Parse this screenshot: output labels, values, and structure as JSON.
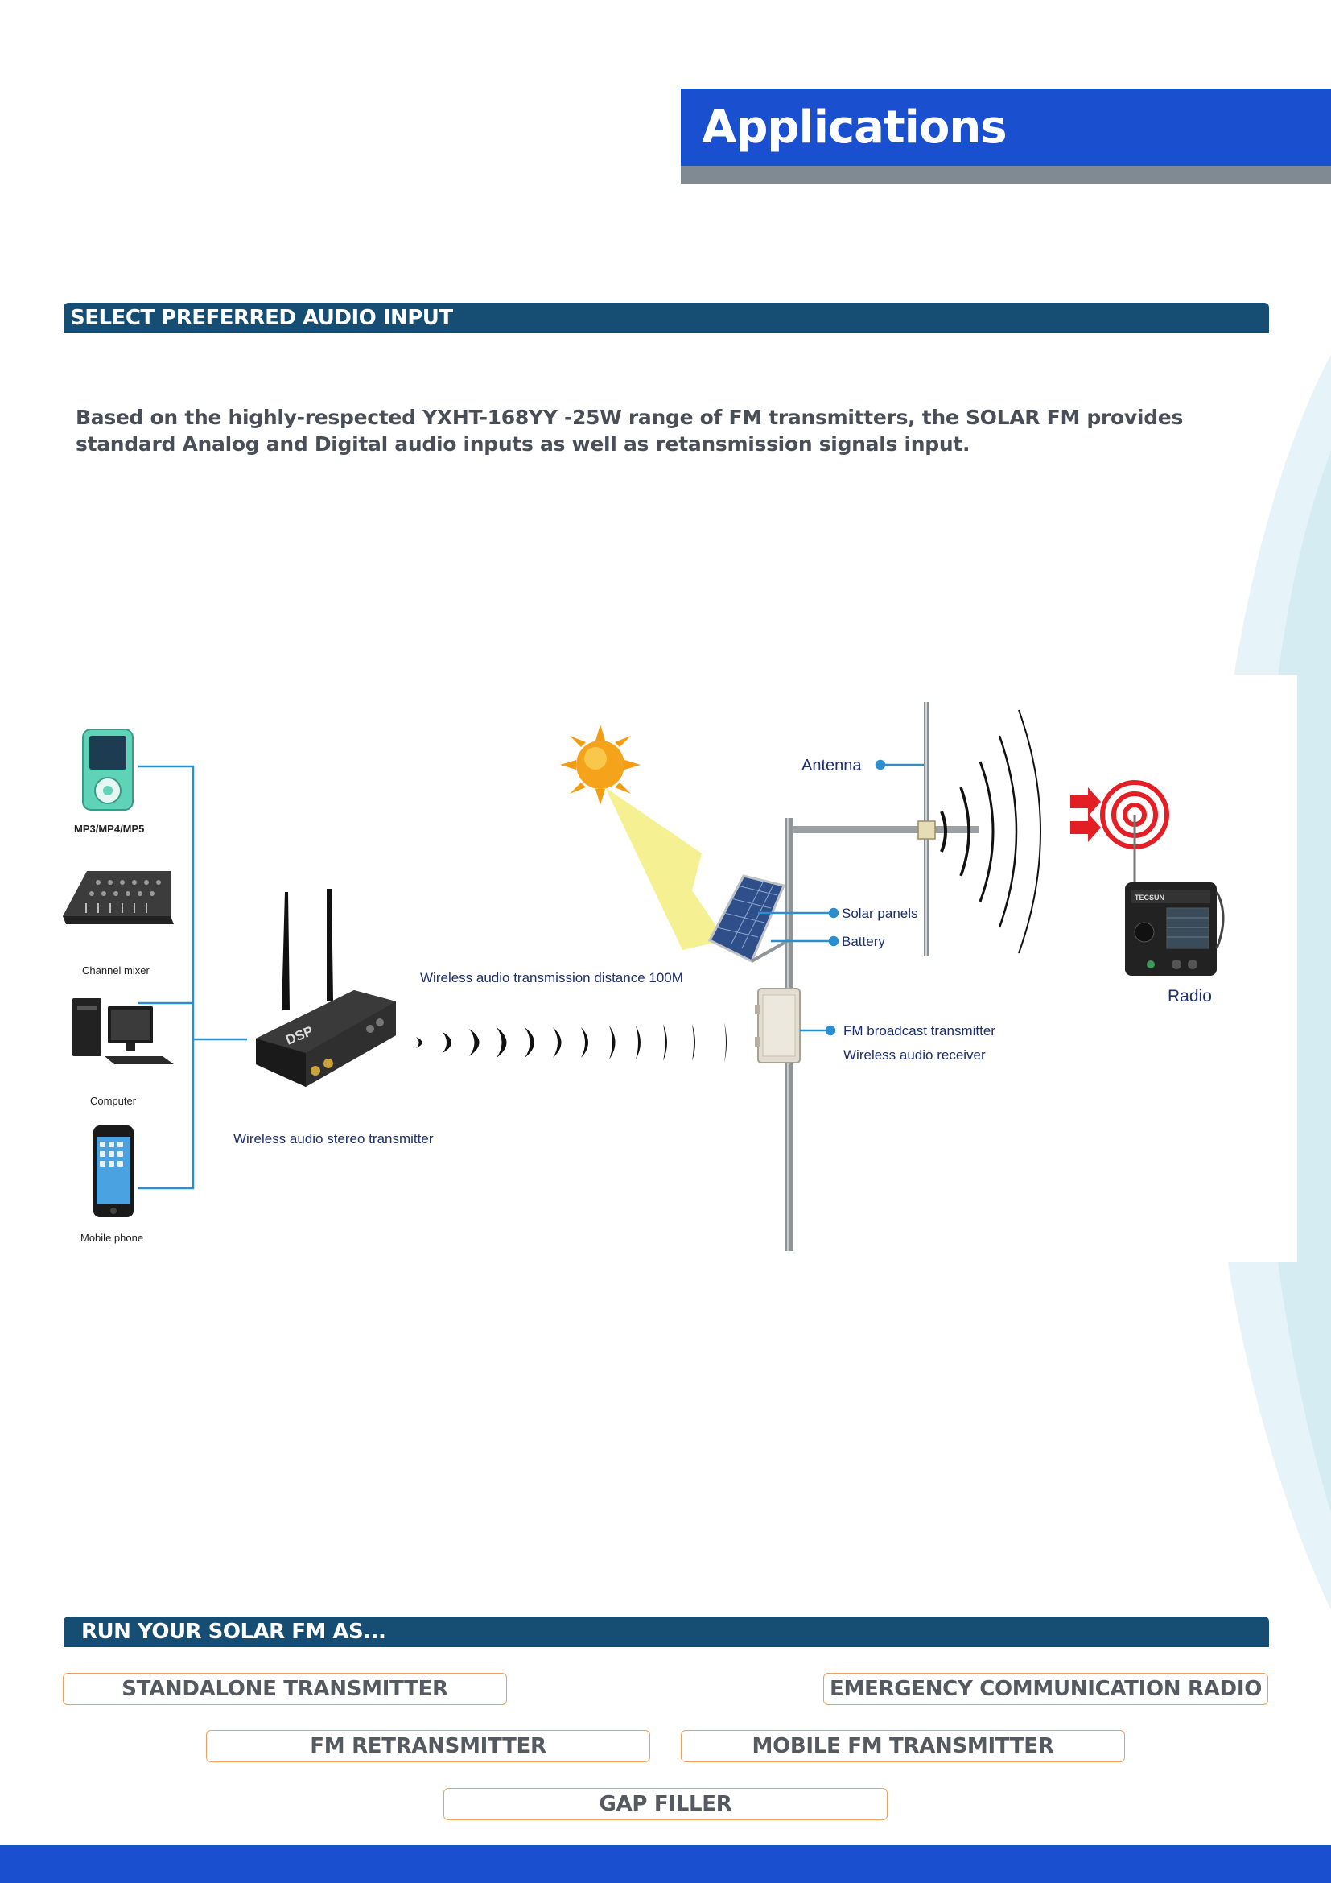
{
  "header": {
    "title": "Applications"
  },
  "section_audio": {
    "heading": "SELECT PREFERRED AUDIO  INPUT",
    "intro": "Based on the highly-respected YXHT-168YY -25W range of FM transmitters, the SOLAR FM provides standard Analog and Digital audio inputs as well as retansmission signals input."
  },
  "diagram": {
    "sources": [
      "MP3/MP4/MP5",
      "Channel mixer",
      "Computer",
      "Mobile phone"
    ],
    "stereo_transmitter_label": "Wireless audio stereo transmitter",
    "distance_label": "Wireless audio transmission distance 100M",
    "antenna_label": "Antenna",
    "solar_label": "Solar panels",
    "battery_label": "Battery",
    "fm_transmitter_label": "FM broadcast transmitter",
    "receiver_label": "Wireless audio receiver",
    "radio_label": "Radio",
    "device_badge": "DSP",
    "radio_brand": "TECSUN"
  },
  "section_run": {
    "heading": "RUN YOUR SOLAR FM AS...",
    "options": [
      "STANDALONE TRANSMITTER",
      "EMERGENCY COMMUNICATION RADIO",
      "FM RETRANSMITTER",
      "MOBILE FM TRANSMITTER",
      "GAP FILLER"
    ]
  },
  "colors": {
    "title_band": "#1a4fd0",
    "title_shadow": "#7f8a93",
    "section_bar": "#164d73",
    "pill_border": "#f0a05a",
    "connector": "#2a8fd0",
    "label_navy": "#1c2f6e",
    "background_arc": "#e6f3f8"
  }
}
